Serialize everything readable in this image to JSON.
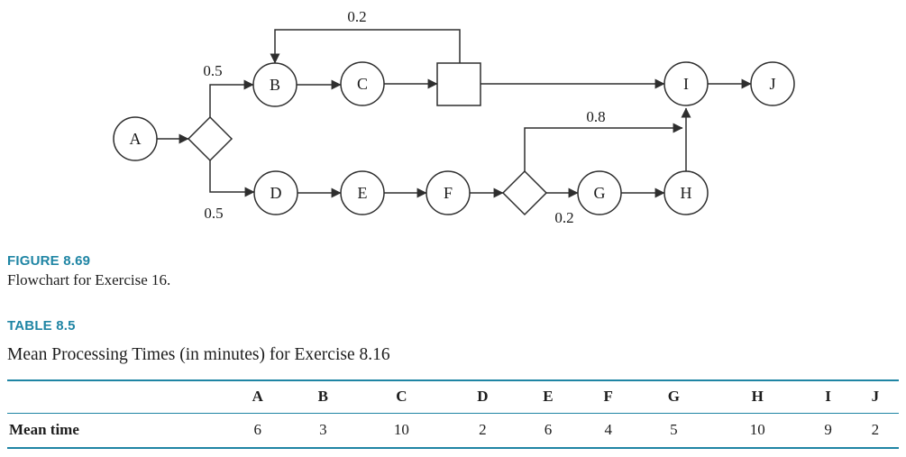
{
  "colors": {
    "accent_teal": "#1f85a4",
    "line": "#2e2e2e"
  },
  "figure": {
    "label": "FIGURE 8.69",
    "caption": "Flowchart for Exercise 16."
  },
  "flowchart": {
    "nodes": [
      {
        "id": "A",
        "shape": "circle",
        "label": "A"
      },
      {
        "id": "B",
        "shape": "circle",
        "label": "B"
      },
      {
        "id": "C",
        "shape": "circle",
        "label": "C"
      },
      {
        "id": "D",
        "shape": "circle",
        "label": "D"
      },
      {
        "id": "E",
        "shape": "circle",
        "label": "E"
      },
      {
        "id": "F",
        "shape": "circle",
        "label": "F"
      },
      {
        "id": "G",
        "shape": "circle",
        "label": "G"
      },
      {
        "id": "H",
        "shape": "circle",
        "label": "H"
      },
      {
        "id": "I",
        "shape": "circle",
        "label": "I"
      },
      {
        "id": "J",
        "shape": "circle",
        "label": "J"
      },
      {
        "id": "decision-1",
        "shape": "diamond",
        "label": ""
      },
      {
        "id": "decision-2",
        "shape": "diamond",
        "label": ""
      },
      {
        "id": "process-box",
        "shape": "square",
        "label": ""
      }
    ],
    "branch_labels": [
      {
        "text": "0.2",
        "position": "feedback-box-to-B"
      },
      {
        "text": "0.5",
        "position": "decision1-upper-branch"
      },
      {
        "text": "0.5",
        "position": "decision1-lower-branch"
      },
      {
        "text": "0.8",
        "position": "decision2-to-I"
      },
      {
        "text": "0.2",
        "position": "decision2-to-G"
      }
    ]
  },
  "table": {
    "label": "TABLE 8.5",
    "title": "Mean Processing Times (in minutes) for Exercise 8.16",
    "columns": [
      "A",
      "B",
      "C",
      "D",
      "E",
      "F",
      "G",
      "H",
      "I",
      "J"
    ],
    "row_label": "Mean time",
    "values": [
      "6",
      "3",
      "10",
      "2",
      "6",
      "4",
      "5",
      "10",
      "9",
      "2"
    ]
  }
}
